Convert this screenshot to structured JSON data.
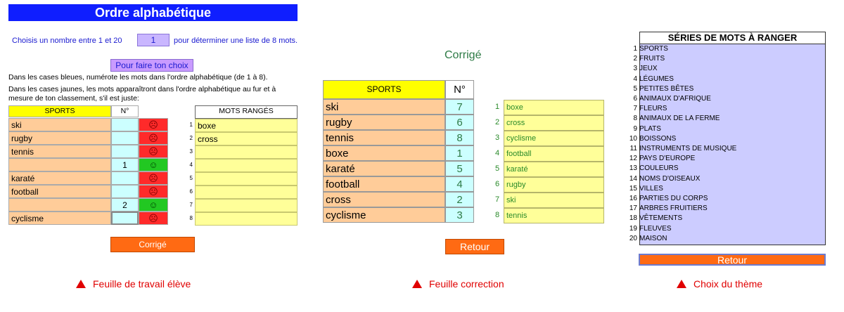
{
  "sheet1": {
    "title": "Ordre alphabétique",
    "choose_label": "Choisis un nombre entre 1 et 20",
    "choose_value": "1",
    "choose_suffix": "pour déterminer une liste de 8 mots.",
    "choice_button": "Pour faire ton choix",
    "instruction1": "Dans les  cases bleues, numérote les mots dans l'ordre alphabétique (de 1 à 8).",
    "instruction2": "Dans les cases jaunes, les mots apparaîtront dans l'ordre alphabétique au fur et à mesure de ton classement, s'il est juste:",
    "col_words": "SPORTS",
    "col_num": "N°",
    "col_ranked": "MOTS RANGÉS",
    "rows": [
      {
        "word": "ski",
        "num": "",
        "ok": false
      },
      {
        "word": "rugby",
        "num": "",
        "ok": false
      },
      {
        "word": "tennis",
        "num": "",
        "ok": false
      },
      {
        "word": "",
        "num": "1",
        "ok": true
      },
      {
        "word": "karaté",
        "num": "",
        "ok": false
      },
      {
        "word": "football",
        "num": "",
        "ok": false
      },
      {
        "word": "",
        "num": "2",
        "ok": true
      },
      {
        "word": "cyclisme",
        "num": "",
        "ok": false
      }
    ],
    "ranked": [
      {
        "n": "1",
        "word": "boxe"
      },
      {
        "n": "2",
        "word": "cross"
      },
      {
        "n": "3",
        "word": ""
      },
      {
        "n": "4",
        "word": ""
      },
      {
        "n": "5",
        "word": ""
      },
      {
        "n": "6",
        "word": ""
      },
      {
        "n": "7",
        "word": ""
      },
      {
        "n": "8",
        "word": ""
      }
    ],
    "corrige_button": "Corrigé",
    "caption": "Feuille de travail élève"
  },
  "sheet2": {
    "title": "Corrigé",
    "col_words": "SPORTS",
    "col_num": "N°",
    "rows": [
      {
        "word": "ski",
        "num": "7"
      },
      {
        "word": "rugby",
        "num": "6"
      },
      {
        "word": "tennis",
        "num": "8"
      },
      {
        "word": "boxe",
        "num": "1"
      },
      {
        "word": "karaté",
        "num": "5"
      },
      {
        "word": "football",
        "num": "4"
      },
      {
        "word": "cross",
        "num": "2"
      },
      {
        "word": "cyclisme",
        "num": "3"
      }
    ],
    "ranked": [
      {
        "n": "1",
        "word": "boxe"
      },
      {
        "n": "2",
        "word": "cross"
      },
      {
        "n": "3",
        "word": "cyclisme"
      },
      {
        "n": "4",
        "word": "football"
      },
      {
        "n": "5",
        "word": "karaté"
      },
      {
        "n": "6",
        "word": "rugby"
      },
      {
        "n": "7",
        "word": "ski"
      },
      {
        "n": "8",
        "word": "tennis"
      }
    ],
    "return_button": "Retour",
    "caption": "Feuille correction"
  },
  "sheet3": {
    "header": "SÉRIES DE MOTS À RANGER",
    "themes": [
      {
        "n": "1",
        "name": "SPORTS"
      },
      {
        "n": "2",
        "name": "FRUITS"
      },
      {
        "n": "3",
        "name": "JEUX"
      },
      {
        "n": "4",
        "name": "LÉGUMES"
      },
      {
        "n": "5",
        "name": "PETITES BÊTES"
      },
      {
        "n": "6",
        "name": "ANIMAUX D'AFRIQUE"
      },
      {
        "n": "7",
        "name": "FLEURS"
      },
      {
        "n": "8",
        "name": "ANIMAUX DE LA FERME"
      },
      {
        "n": "9",
        "name": "PLATS"
      },
      {
        "n": "10",
        "name": "BOISSONS"
      },
      {
        "n": "11",
        "name": "INSTRUMENTS DE MUSIQUE"
      },
      {
        "n": "12",
        "name": "PAYS D'EUROPE"
      },
      {
        "n": "13",
        "name": "COULEURS"
      },
      {
        "n": "14",
        "name": "NOMS D'OISEAUX"
      },
      {
        "n": "15",
        "name": "VILLES"
      },
      {
        "n": "16",
        "name": "PARTIES DU CORPS"
      },
      {
        "n": "17",
        "name": "ARBRES FRUITIERS"
      },
      {
        "n": "18",
        "name": "VÊTEMENTS"
      },
      {
        "n": "19",
        "name": "FLEUVES"
      },
      {
        "n": "20",
        "name": "MAISON"
      }
    ],
    "return_button": "Retour",
    "caption": "Choix du thème"
  },
  "icons": {
    "wrong": "frown-icon",
    "right": "smile-icon",
    "caption_marker": "triangle-up-icon"
  },
  "colors": {
    "title_blue": "#0f1eff",
    "word_orange": "#ffcc99",
    "num_cyan": "#ccffff",
    "rank_yellow": "#ffff99",
    "wrong_red": "#ff2a2a",
    "right_green": "#22c822",
    "button_orange": "#ff6a13",
    "theme_lavender": "#ccccff"
  }
}
